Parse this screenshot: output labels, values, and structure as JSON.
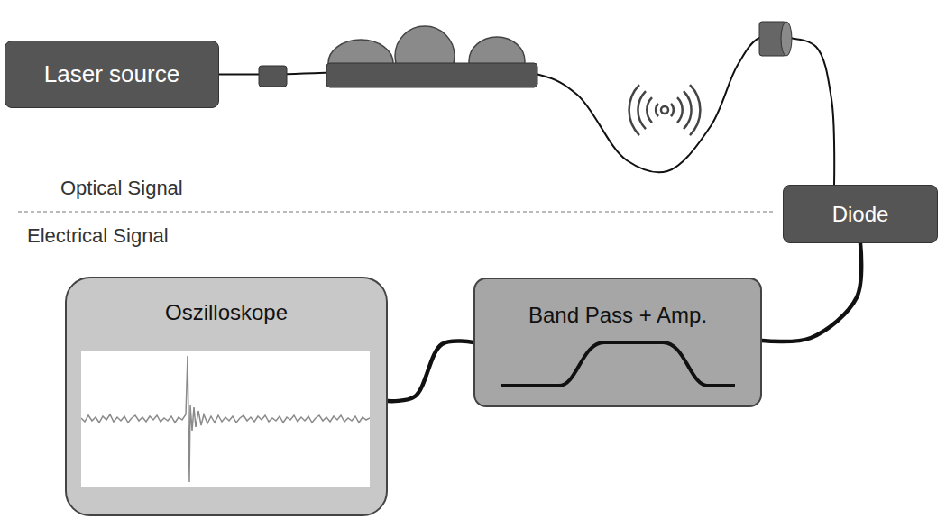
{
  "diagram": {
    "nodes": [
      {
        "text": [
          "Laser source"
        ]
      },
      {
        "text": [
          "Diode"
        ]
      },
      {
        "text": [
          "Oszilloskope"
        ]
      },
      {
        "text": [
          "Band Pass + Amp."
        ]
      }
    ],
    "edges": [
      {
        "from": 0,
        "to": 1,
        "arrow": "none"
      },
      {
        "from": 1,
        "to": 3,
        "arrow": "none"
      },
      {
        "from": 3,
        "to": 2,
        "arrow": "none"
      }
    ],
    "labels": [
      "Optical Signal",
      "Electrical Signal"
    ]
  }
}
